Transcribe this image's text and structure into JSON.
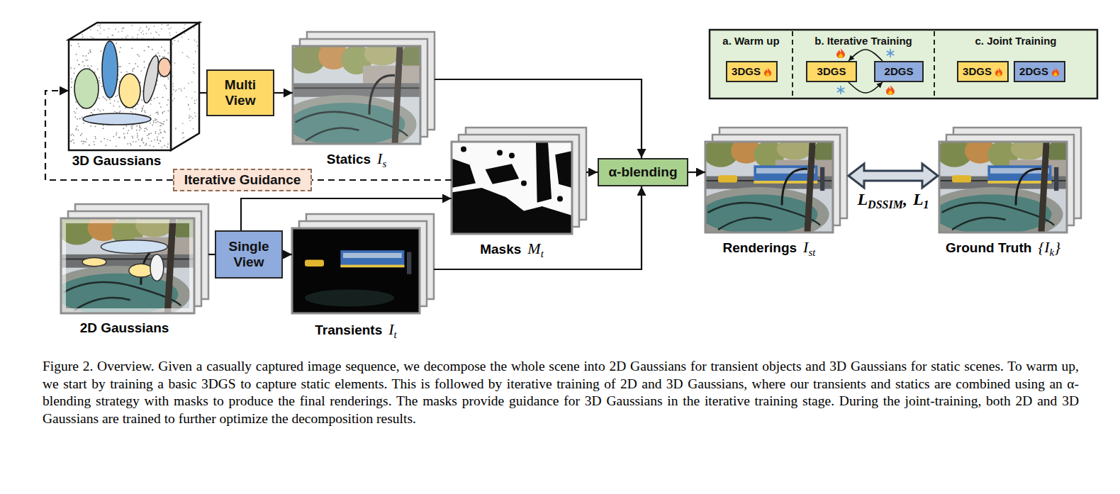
{
  "diagram": {
    "caption": "Figure 2. Overview. Given a casually captured image sequence, we decompose the whole scene into 2D Gaussians for transient objects and 3D Gaussians for static scenes. To warm up, we start by training a basic 3DGS to capture static elements. This is followed by iterative training of 2D and 3D Gaussians, where our transients and statics are combined using an α-blending strategy with masks to produce the final renderings. The masks provide guidance for 3D Gaussians in the iterative training stage. During the joint-training, both 2D and 3D Gaussians are trained to further optimize the decomposition results.",
    "nodes": [
      {
        "text": [
          "3D Gaussians"
        ]
      },
      {
        "text": [
          "Multi View"
        ]
      },
      {
        "text": [
          "Statics",
          "I",
          "s"
        ]
      },
      {
        "text": [
          "a. Warm up"
        ]
      },
      {
        "text": [
          "3DGS"
        ],
        "in": 3
      },
      {
        "text": [
          "b. Iterative Training"
        ]
      },
      {
        "text": [
          "3DGS"
        ],
        "in": 5
      },
      {
        "text": [
          "2DGS"
        ],
        "in": 5
      },
      {
        "text": [
          "c. Joint Training"
        ]
      },
      {
        "text": [
          "3DGS"
        ],
        "in": 8
      },
      {
        "text": [
          "2DGS"
        ],
        "in": 8
      },
      {
        "text": [
          "Masks",
          "M",
          "t"
        ]
      },
      {
        "text": [
          "α-blending"
        ]
      },
      {
        "text": [
          "Iterative Guidance"
        ]
      },
      {
        "text": [
          "Renderings",
          "I",
          "st"
        ]
      },
      {
        "text": [
          "Ground Truth",
          "{I",
          "k",
          "}"
        ]
      },
      {
        "text": [
          "2D Gaussians"
        ]
      },
      {
        "text": [
          "Single View"
        ]
      },
      {
        "text": [
          "Transients",
          "I",
          "t"
        ]
      }
    ],
    "edges": [
      {
        "from": 0,
        "to": 1,
        "arrow": "none"
      },
      {
        "from": 1,
        "to": 2,
        "arrow": "to"
      },
      {
        "from": 2,
        "to": 12,
        "arrow": "to"
      },
      {
        "from": 16,
        "to": 17,
        "arrow": "none"
      },
      {
        "from": 17,
        "to": 18,
        "arrow": "to"
      },
      {
        "from": 17,
        "to": 11,
        "arrow": "to"
      },
      {
        "from": 11,
        "to": 12,
        "arrow": "to"
      },
      {
        "from": 18,
        "to": 12,
        "arrow": "to"
      },
      {
        "from": 12,
        "to": 14,
        "arrow": "to"
      },
      {
        "from": 14,
        "to": 15,
        "arrow": "both"
      },
      {
        "from": 11,
        "to": 13,
        "arrow": "none"
      },
      {
        "from": 13,
        "to": 0,
        "arrow": "to"
      },
      {
        "from": 7,
        "to": 6,
        "arrow": "to"
      },
      {
        "from": 6,
        "to": 7,
        "arrow": "to"
      }
    ],
    "labels": [
      "L",
      "DSSIM",
      ",",
      "L",
      "1"
    ]
  }
}
